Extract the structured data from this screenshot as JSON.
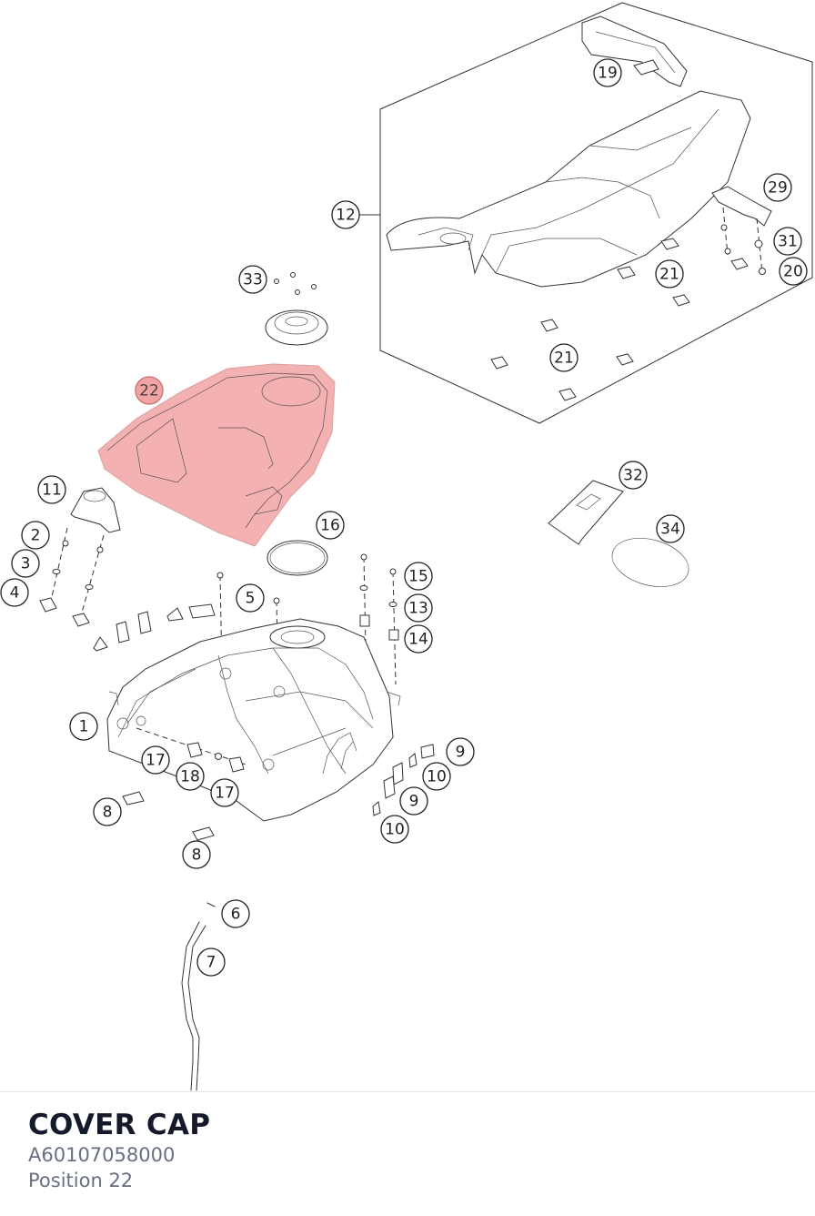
{
  "part": {
    "title": "COVER CAP",
    "number": "A60107058000",
    "position": "Position 22"
  },
  "highlight_color": "#f2a3a3",
  "callouts": [
    {
      "label": "19",
      "highlight": false
    },
    {
      "label": "12",
      "highlight": false
    },
    {
      "label": "29",
      "highlight": false
    },
    {
      "label": "31",
      "highlight": false
    },
    {
      "label": "20",
      "highlight": false
    },
    {
      "label": "21",
      "highlight": false
    },
    {
      "label": "21",
      "highlight": false
    },
    {
      "label": "33",
      "highlight": false
    },
    {
      "label": "22",
      "highlight": true
    },
    {
      "label": "11",
      "highlight": false
    },
    {
      "label": "2",
      "highlight": false
    },
    {
      "label": "3",
      "highlight": false
    },
    {
      "label": "4",
      "highlight": false
    },
    {
      "label": "16",
      "highlight": false
    },
    {
      "label": "5",
      "highlight": false
    },
    {
      "label": "15",
      "highlight": false
    },
    {
      "label": "13",
      "highlight": false
    },
    {
      "label": "14",
      "highlight": false
    },
    {
      "label": "32",
      "highlight": false
    },
    {
      "label": "34",
      "highlight": false
    },
    {
      "label": "1",
      "highlight": false
    },
    {
      "label": "17",
      "highlight": false
    },
    {
      "label": "18",
      "highlight": false
    },
    {
      "label": "17",
      "highlight": false
    },
    {
      "label": "9",
      "highlight": false
    },
    {
      "label": "10",
      "highlight": false
    },
    {
      "label": "9",
      "highlight": false
    },
    {
      "label": "10",
      "highlight": false
    },
    {
      "label": "8",
      "highlight": false
    },
    {
      "label": "8",
      "highlight": false
    },
    {
      "label": "6",
      "highlight": false
    },
    {
      "label": "7",
      "highlight": false
    }
  ]
}
